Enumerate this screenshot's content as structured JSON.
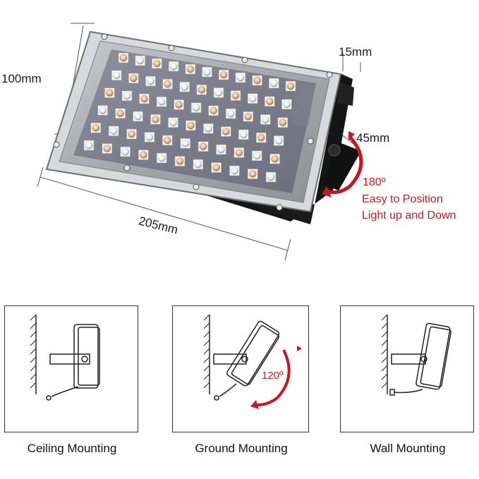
{
  "dimensions": {
    "height": "100mm",
    "width": "205mm",
    "depth": "15mm",
    "bracket": "45mm"
  },
  "rotation": {
    "angle": "180º",
    "line1": "Easy to Position",
    "line2": "Light up and Down"
  },
  "panels": [
    {
      "caption": "Ceiling Mounting"
    },
    {
      "caption": "Ground Mounting",
      "angle": "120º"
    },
    {
      "caption": "Wall Mounting"
    }
  ],
  "colors": {
    "accent": "#c8181e",
    "led_warm": "#e8b98a",
    "led_white": "#f3f1ee"
  }
}
